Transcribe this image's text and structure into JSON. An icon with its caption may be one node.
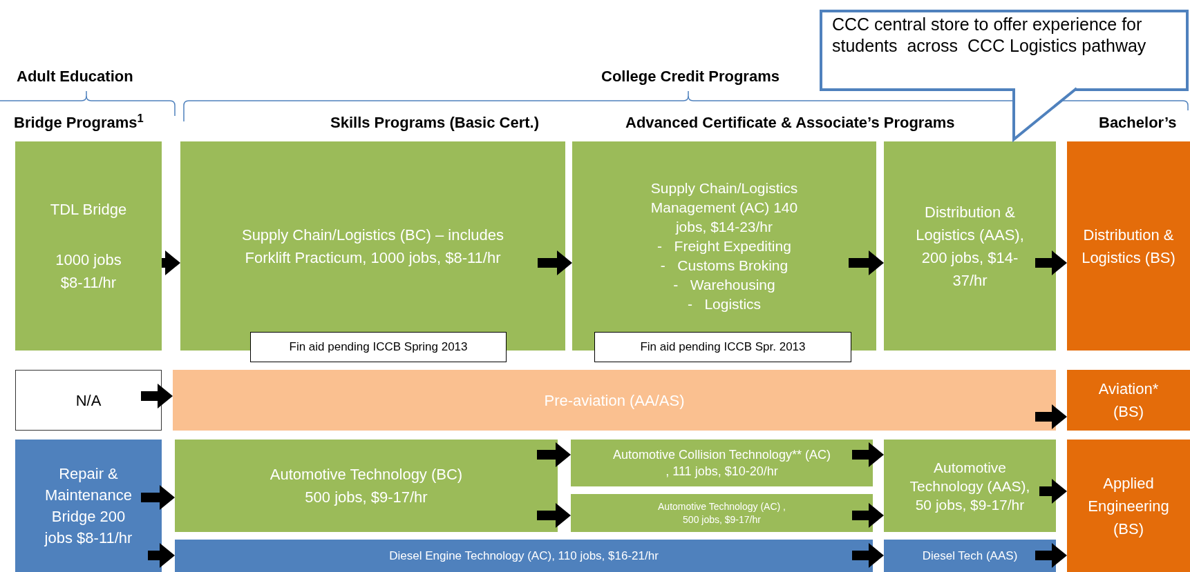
{
  "diagram": {
    "nodes": [
      {
        "text": [
          "CCC central store to offer experience for students  across  CCC Logistics pathway"
        ]
      },
      {
        "text": [
          "TDL Bridge",
          "1000 jobs $8-11/hr"
        ]
      },
      {
        "text": [
          "Supply Chain/Logistics (BC) – includes Forklift Practicum, 1000 jobs, $8-11/hr"
        ]
      },
      {
        "text": [
          "Supply Chain/Logistics Management (AC) 140 jobs, $14-23/hr",
          "-   Freight Expediting",
          "-   Customs Broking",
          "-   Warehousing",
          "-   Logistics"
        ]
      },
      {
        "text": [
          "Distribution & Logistics (AAS), 200 jobs, $14-37/hr"
        ]
      },
      {
        "text": [
          "Distribution & Logistics (BS)"
        ]
      },
      {
        "text": [
          "Fin aid pending ICCB Spring 2013"
        ]
      },
      {
        "text": [
          "Fin aid pending ICCB Spr. 2013"
        ]
      },
      {
        "text": [
          "N/A"
        ]
      },
      {
        "text": [
          "Pre-aviation (AA/AS)"
        ]
      },
      {
        "text": [
          "Aviation* (BS)"
        ]
      },
      {
        "text": [
          "Repair & Maintenance Bridge 200 jobs $8-11/hr"
        ]
      },
      {
        "text": [
          "Automotive Technology (BC) 500 jobs, $9-17/hr"
        ]
      },
      {
        "text": [
          "Automotive Collision Technology** (AC) , 111 jobs, $10-20/hr"
        ]
      },
      {
        "text": [
          "Automotive Technology (AC) , 500 jobs, $9-17/hr"
        ]
      },
      {
        "text": [
          "Automotive Technology (AAS), 50 jobs, $9-17/hr"
        ]
      },
      {
        "text": [
          "Applied Engineering (BS)"
        ]
      },
      {
        "text": [
          "Diesel Engine Technology (AC), 110 jobs, $16-21/hr"
        ]
      },
      {
        "text": [
          "Diesel Tech (AAS)"
        ]
      }
    ],
    "edges": [
      {
        "from": 1,
        "to": 2,
        "arrow": "to"
      },
      {
        "from": 2,
        "to": 3,
        "arrow": "to"
      },
      {
        "from": 3,
        "to": 4,
        "arrow": "to"
      },
      {
        "from": 4,
        "to": 5,
        "arrow": "to"
      },
      {
        "from": 8,
        "to": 9,
        "arrow": "to"
      },
      {
        "from": 9,
        "to": 10,
        "arrow": "to"
      },
      {
        "from": 11,
        "to": 12,
        "arrow": "to"
      },
      {
        "from": 12,
        "to": 13,
        "arrow": "to"
      },
      {
        "from": 12,
        "to": 14,
        "arrow": "to"
      },
      {
        "from": 13,
        "to": 15,
        "arrow": "to"
      },
      {
        "from": 14,
        "to": 15,
        "arrow": "to"
      },
      {
        "from": 15,
        "to": 16,
        "arrow": "to"
      },
      {
        "from": 11,
        "to": 17,
        "arrow": "to"
      },
      {
        "from": 17,
        "to": 18,
        "arrow": "to"
      },
      {
        "from": 18,
        "to": 16,
        "arrow": "to"
      }
    ],
    "labels": [
      "Adult Education",
      "College Credit Programs",
      "Bridge Programs$^{1}$",
      "Skills Programs (Basic Cert.)",
      "Advanced Certificate & Associate’s Programs",
      "Bachelor’s"
    ]
  }
}
